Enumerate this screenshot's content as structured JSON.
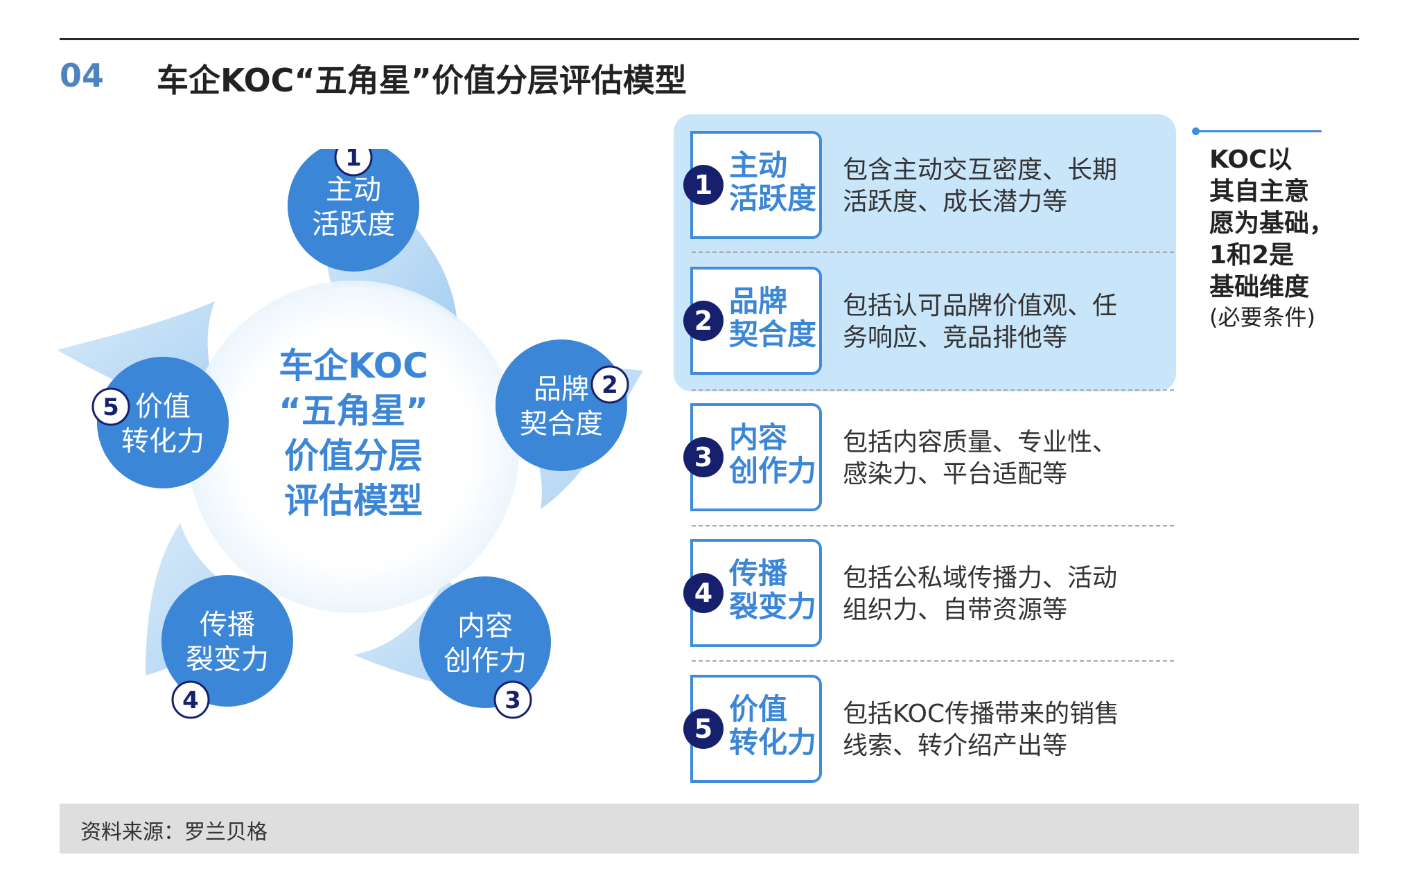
{
  "header": {
    "section_number": "04",
    "title": "车企KOC“五角星”价值分层评估模型"
  },
  "diagram": {
    "center_lines": [
      "车企KOC",
      "“五角星”",
      "价值分层",
      "评估模型"
    ],
    "nodes": [
      {
        "num": "1",
        "lines": [
          "主动",
          "活跃度"
        ]
      },
      {
        "num": "2",
        "lines": [
          "品牌",
          "契合度"
        ]
      },
      {
        "num": "3",
        "lines": [
          "内容",
          "创作力"
        ]
      },
      {
        "num": "4",
        "lines": [
          "传播",
          "裂变力"
        ]
      },
      {
        "num": "5",
        "lines": [
          "价值",
          "转化力"
        ]
      }
    ]
  },
  "dimensions": [
    {
      "num": "1",
      "title1": "主动",
      "title2": "活跃度",
      "desc1": "包含主动交互密度、长期",
      "desc2": "活跃度、成长潜力等"
    },
    {
      "num": "2",
      "title1": "品牌",
      "title2": "契合度",
      "desc1": "包括认可品牌价值观、任",
      "desc2": "务响应、竞品排他等"
    },
    {
      "num": "3",
      "title1": "内容",
      "title2": "创作力",
      "desc1": "包括内容质量、专业性、",
      "desc2": "感染力、平台适配等"
    },
    {
      "num": "4",
      "title1": "传播",
      "title2": "裂变力",
      "desc1": "包括公私域传播力、活动",
      "desc2": "组织力、自带资源等"
    },
    {
      "num": "5",
      "title1": "价值",
      "title2": "转化力",
      "desc1": "包括KOC传播带来的销售",
      "desc2": "线索、转介绍产出等"
    }
  ],
  "side_note": {
    "lines": [
      "KOC以",
      "其自主意",
      "愿为基础，",
      "1和2是",
      "基础维度"
    ],
    "sub": "(必要条件)"
  },
  "footer": {
    "source": "资料来源：罗兰贝格"
  },
  "colors": {
    "navy": "#16206d",
    "blue": "#3f8cdc",
    "light_blue": "#c9e5f9",
    "circle_blue": "#3b86d6"
  }
}
